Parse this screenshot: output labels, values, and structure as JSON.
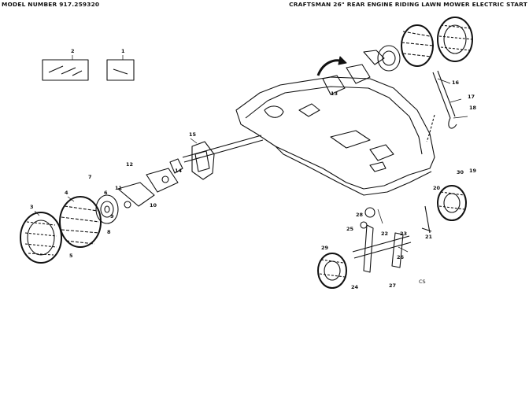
{
  "header": {
    "model": "MODEL NUMBER 917.259320",
    "title": "CRAFTSMAN 26\" REAR ENGINE RIDING LAWN MOWER ELECTRIC START"
  },
  "corner_code": "CS",
  "callouts": [
    "1",
    "2",
    "3",
    "4",
    "5",
    "6",
    "7",
    "8",
    "9",
    "10",
    "11",
    "12",
    "13",
    "14",
    "15",
    "16",
    "17",
    "18",
    "19",
    "20",
    "21",
    "22",
    "23",
    "24",
    "25",
    "26",
    "27",
    "28",
    "29",
    "30"
  ]
}
